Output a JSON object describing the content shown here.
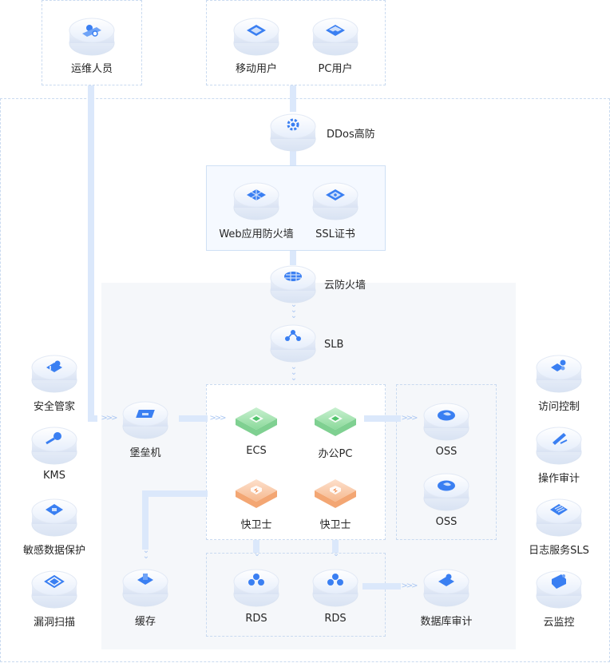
{
  "nodes": {
    "ops": "运维人员",
    "mobile": "移动用户",
    "pc_user": "PC用户",
    "ddos": "DDos高防",
    "waf": "Web应用防火墙",
    "ssl": "SSL证书",
    "cloud_fw": "云防火墙",
    "slb": "SLB",
    "bastion": "堡垒机",
    "ecs": "ECS",
    "office_pc": "办公PC",
    "kuaiweishi_1": "快卫士",
    "kuaiweishi_2": "快卫士",
    "oss_1": "OSS",
    "oss_2": "OSS",
    "cache": "缓存",
    "rds_1": "RDS",
    "rds_2": "RDS",
    "db_audit": "数据库审计",
    "sec_manager": "安全管家",
    "kms": "KMS",
    "sensitive": "敏感数据保护",
    "vuln_scan": "漏洞扫描",
    "access_ctrl": "访问控制",
    "op_audit": "操作审计",
    "log_sls": "日志服务SLS",
    "cloud_monitor": "云监控"
  },
  "colors": {
    "blue": "#3a7ff2",
    "green": "#4fc46a",
    "orange": "#f08a4b",
    "line": "#dbe8fb"
  }
}
